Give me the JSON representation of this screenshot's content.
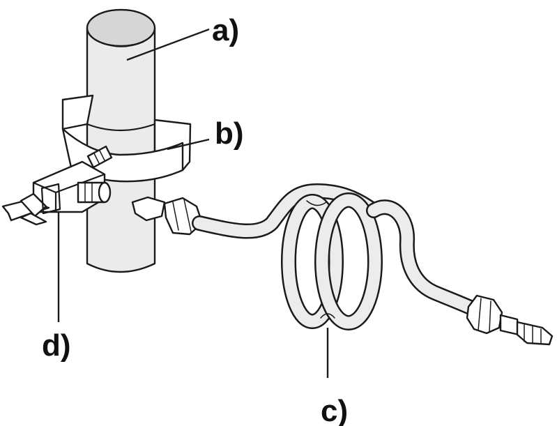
{
  "labels": {
    "a": "a)",
    "b": "b)",
    "c": "c)",
    "d": "d)"
  }
}
